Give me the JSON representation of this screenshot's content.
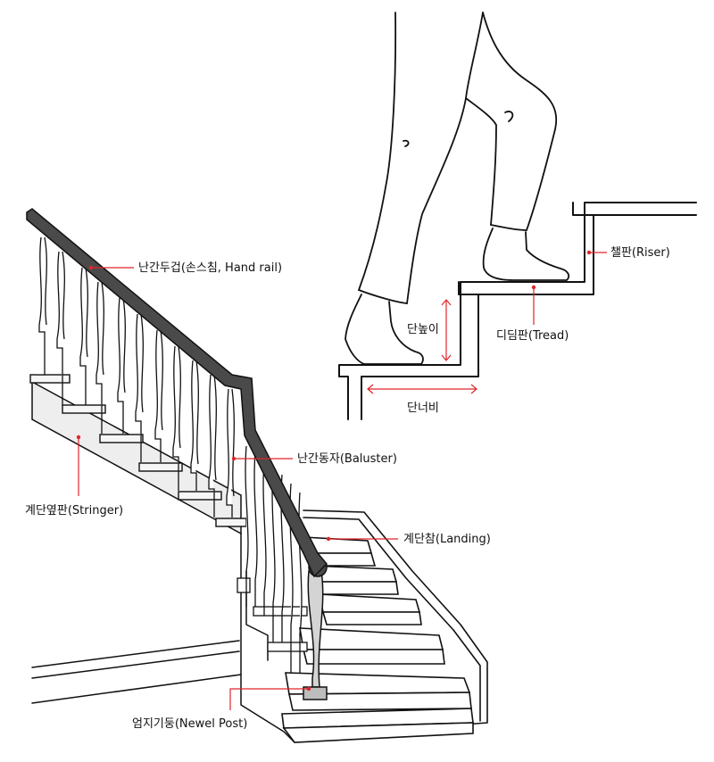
{
  "labels": {
    "handrail": "난간두겁(손스침, Hand rail)",
    "baluster": "난간동자(Baluster)",
    "stringer": "계단옆판(Stringer)",
    "landing": "계단참(Landing)",
    "newel": "엄지기둥(Newel Post)",
    "riser": "챌판(Riser)",
    "tread": "디딤판(Tread)",
    "rise_height": "단높이",
    "run_width": "단너비"
  },
  "colors": {
    "annotation": "#e0252b",
    "ink": "#111111",
    "handrail_fill": "#4a4a4a",
    "stringer_fill": "#eeeeee"
  }
}
